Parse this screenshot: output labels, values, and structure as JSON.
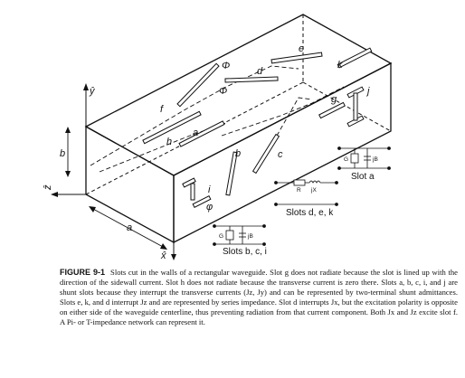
{
  "figure": {
    "slot_labels": {
      "a": "a",
      "b": "b",
      "c": "c",
      "d": "d",
      "e": "e",
      "f": "f",
      "g": "g",
      "h": "h",
      "i": "i",
      "j": "j",
      "k": "k"
    },
    "axes": {
      "x": "x̂",
      "y": "ŷ",
      "z": "ẑ"
    },
    "dimensions": {
      "a": "a",
      "b": "b"
    },
    "angle_symbols": {
      "phi": "Φ",
      "phi2": "Φ",
      "phi3": "φ"
    },
    "insets": {
      "slot_a": {
        "title": "Slot a",
        "G": "G",
        "jB": "jB"
      },
      "slots_d_e_k": {
        "title": "Slots d, e, k",
        "R": "R",
        "jX": "jX"
      },
      "slots_b_c_i": {
        "title": "Slots b, c, i",
        "G": "G",
        "jB": "jB"
      }
    }
  },
  "caption": {
    "label": "FIGURE 9-1",
    "text": "Slots cut in the walls of a rectangular waveguide. Slot g does not radiate because the slot is lined up with the direction of the sidewall current. Slot h does not radiate because the transverse current is zero there. Slots a, b, c, i, and j are shunt slots because they interrupt the transverse currents (Jz, Jy) and can be represented by two-terminal shunt admittances. Slots e, k, and d interrupt Jz and are represented by series impedance. Slot d interrupts Jx, but the excitation polarity is opposite on either side of the waveguide centerline, thus preventing radiation from that current component. Both Jx and Jz excite slot f. A Pi- or T-impedance network can represent it."
  }
}
